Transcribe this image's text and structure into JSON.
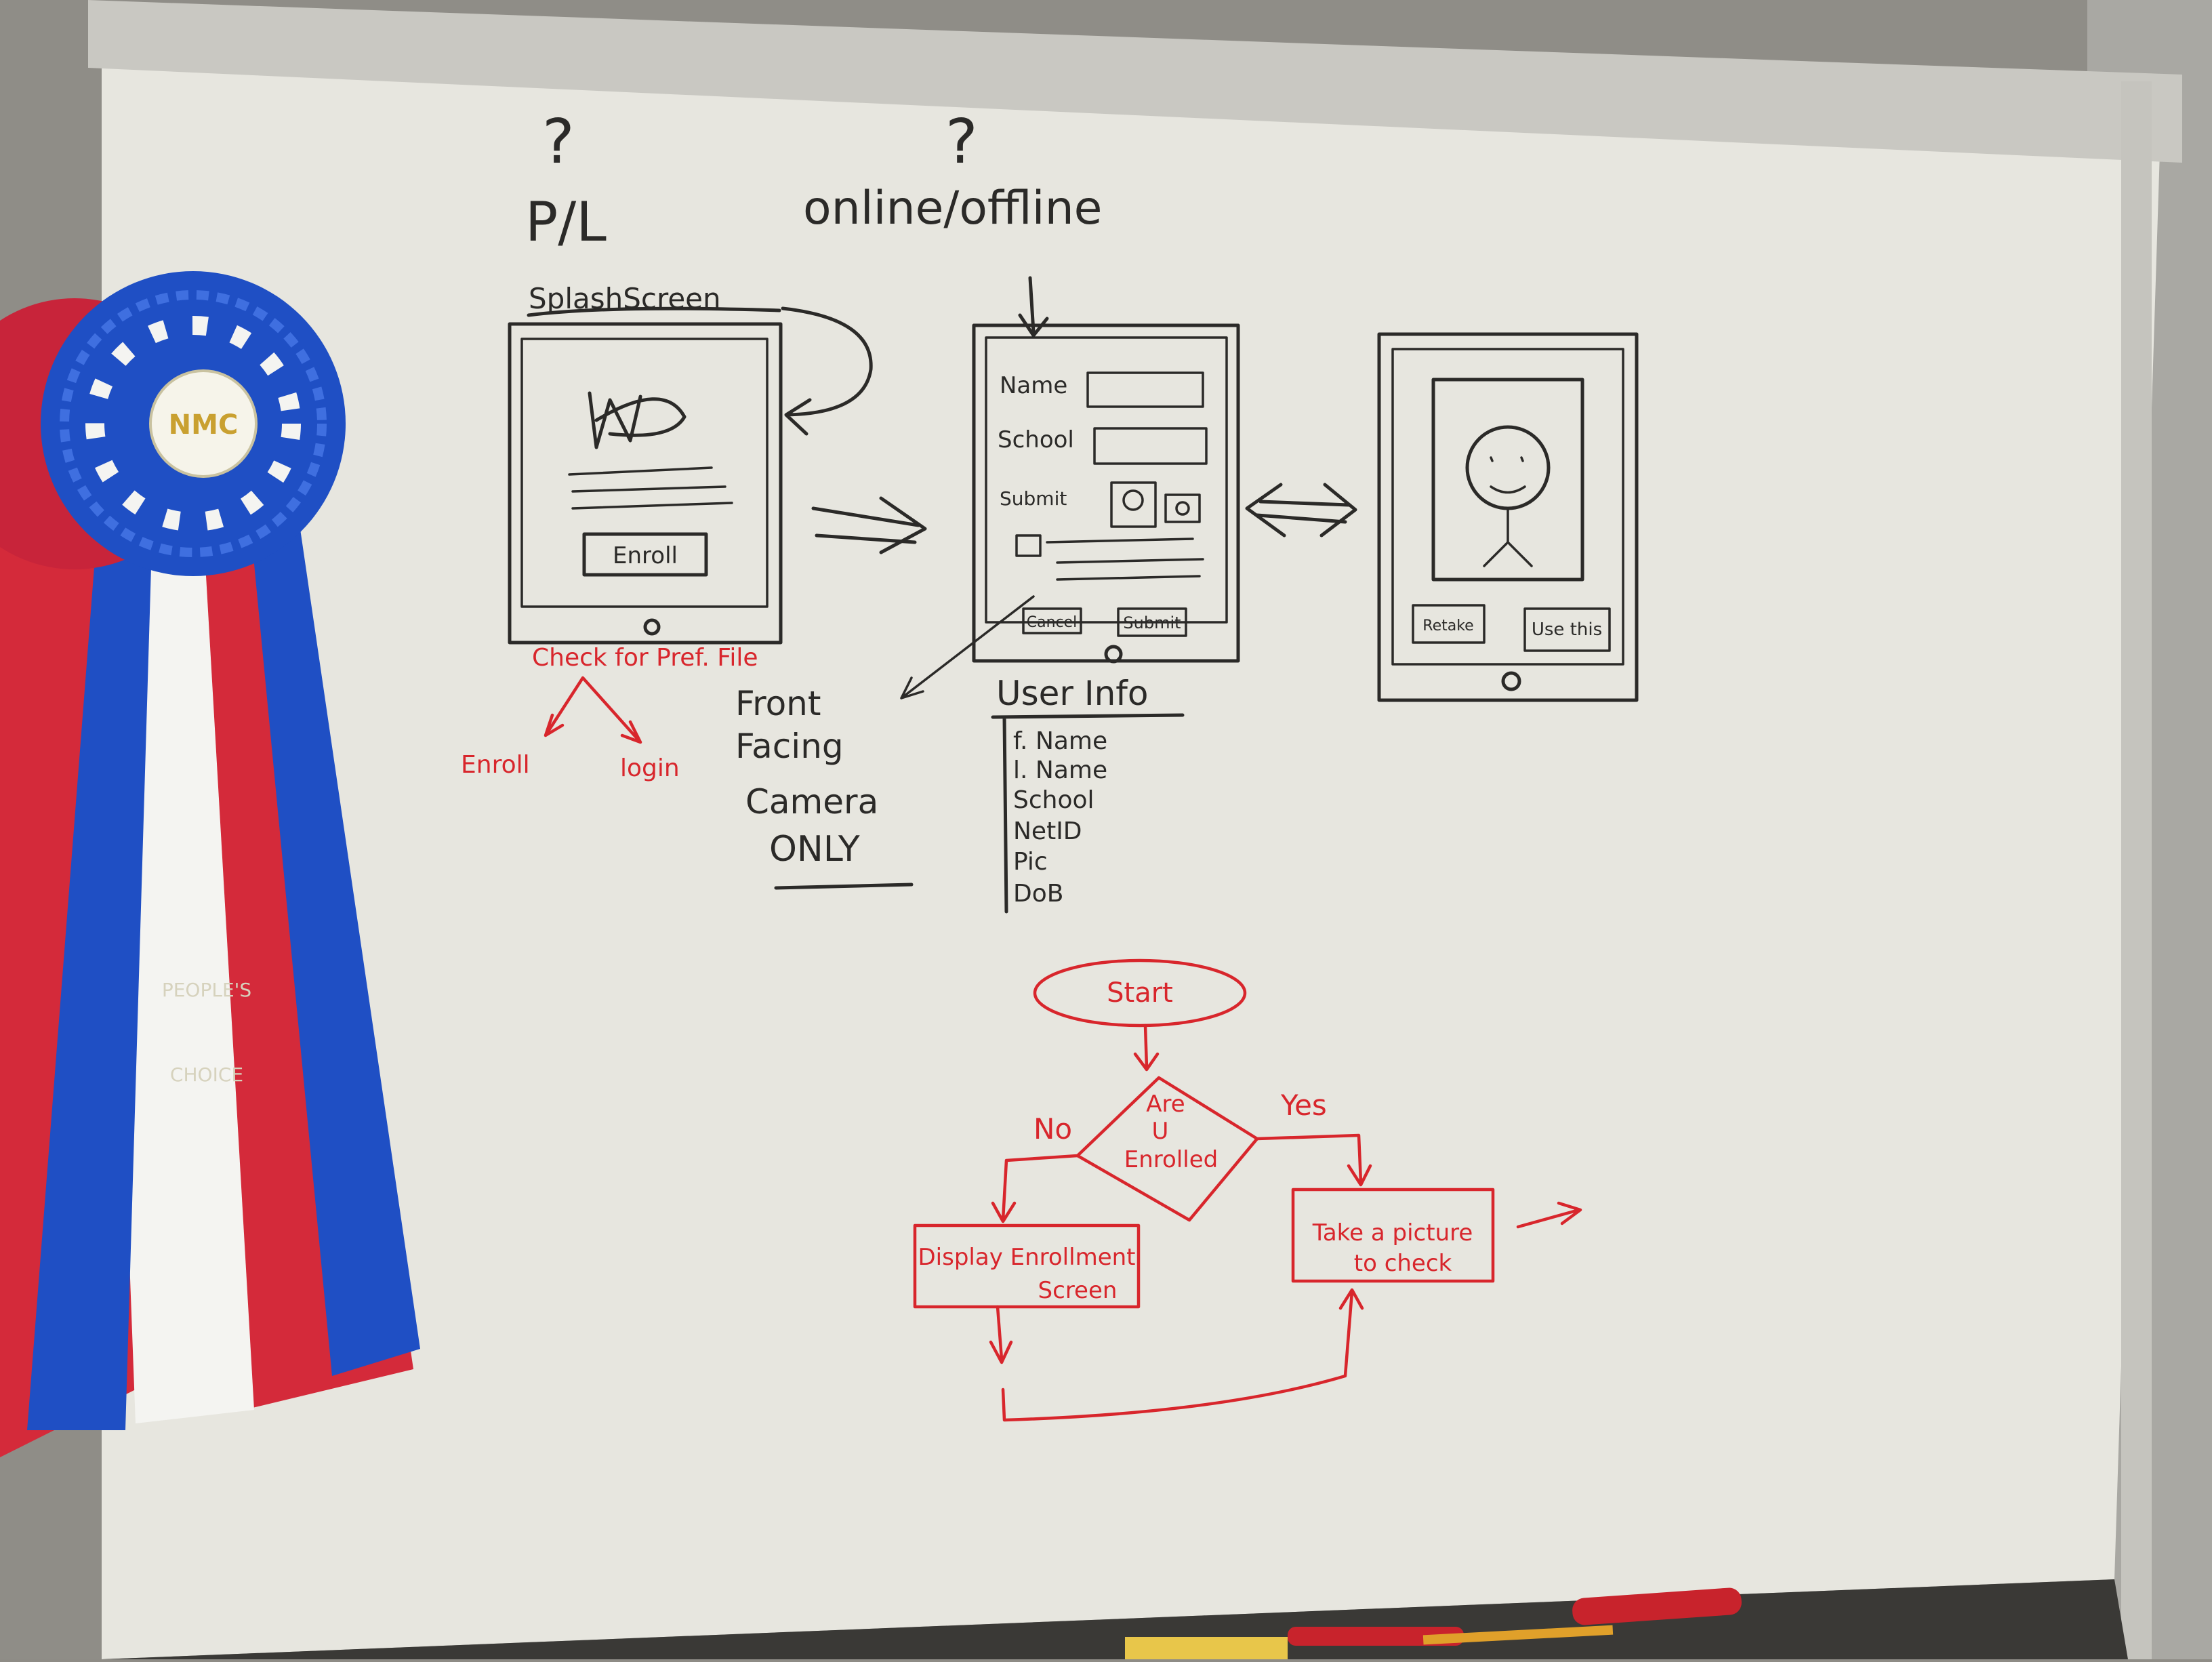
{
  "colors": {
    "marker_black": "#2b2a28",
    "marker_red": "#d8262c",
    "board": "#e7e6df",
    "ribbon_blue": "#1f4fc4",
    "ribbon_red": "#d42a3a"
  },
  "header": {
    "q1": "?",
    "q2": "?",
    "pl": "P/L",
    "online": "online/offline"
  },
  "screen1": {
    "title": "SplashScreen",
    "button": "Enroll"
  },
  "pref_note": {
    "text": "Check for Pref. File",
    "left": "Enroll",
    "right": "login"
  },
  "screen2": {
    "name_label": "Name",
    "school_label": "School",
    "submit_label": "Submit",
    "btn_left": "Cancel",
    "btn_right": "Submit"
  },
  "camera_note": {
    "line1": "Front",
    "line2": "Facing",
    "line3": "Camera",
    "line4": "ONLY"
  },
  "user_info": {
    "title": "User Info",
    "fields": [
      "f. Name",
      "l. Name",
      "School",
      "NetID",
      "Pic",
      "DoB"
    ]
  },
  "screen3": {
    "btn_left": "Retake",
    "btn_right": "Use this"
  },
  "flow": {
    "start": "Start",
    "decision_line1": "Are",
    "decision_line2": "U",
    "decision_line3": "Enrolled",
    "yes": "Yes",
    "no": "No",
    "box_left_line1": "Display Enrollment",
    "box_left_line2": "Screen",
    "box_right_line1": "Take a picture",
    "box_right_line2": "to check"
  },
  "rosette": {
    "center": "NMC",
    "tail_line1": "PEOPLE'S",
    "tail_line2": "CHOICE"
  }
}
